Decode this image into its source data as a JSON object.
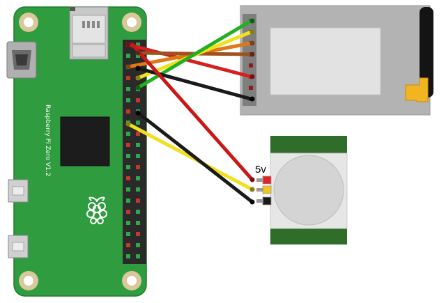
{
  "pi": {
    "label": "Raspberry Pi Zero V1.2",
    "board_color": "#2e9c3f",
    "hole_color": "#d8c89a"
  },
  "pir": {
    "label": "5v",
    "board_color": "#2f6e2a"
  },
  "radio_module": {
    "board_color": "#b3b3b3",
    "antenna_tip_color": "#f0b520"
  },
  "wires": [
    {
      "name": "wire-red-radio",
      "color": "#d42020"
    },
    {
      "name": "wire-orange-radio",
      "color": "#e07818"
    },
    {
      "name": "wire-brown-radio",
      "color": "#a0521e"
    },
    {
      "name": "wire-yellow-radio",
      "color": "#f0e020"
    },
    {
      "name": "wire-green-radio",
      "color": "#22b022"
    },
    {
      "name": "wire-black-radio",
      "color": "#1a1a1a"
    },
    {
      "name": "wire-red-pir",
      "color": "#c81818"
    },
    {
      "name": "wire-yellow-pir",
      "color": "#f0e020"
    },
    {
      "name": "wire-black-pir",
      "color": "#1a1a1a"
    }
  ]
}
